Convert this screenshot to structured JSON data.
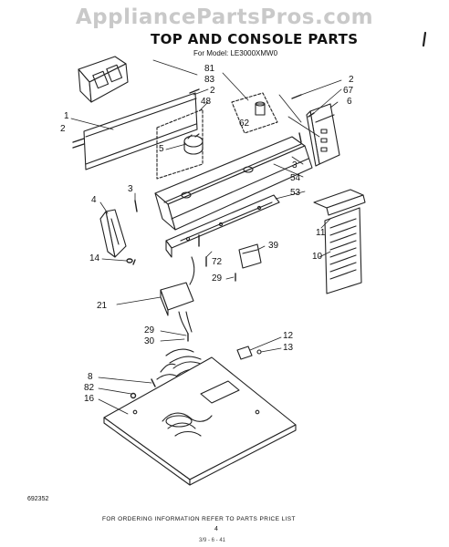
{
  "watermark": "AppliancePartsPros.com",
  "title": "TOP AND CONSOLE PARTS",
  "subtitle": "For Model: LE3000XMW0",
  "footer_note": "FOR ORDERING INFORMATION REFER TO PARTS PRICE LIST",
  "page_number": "4",
  "ref_number": "692352",
  "print_code": "3/9 - 6 - 41",
  "callouts": {
    "c81": "81",
    "c83": "83",
    "c2a": "2",
    "c48": "48",
    "c5": "5",
    "c1": "1",
    "c2b": "2",
    "c62": "62",
    "c2c": "2",
    "c67": "67",
    "c6": "6",
    "c3a": "3",
    "c54": "54",
    "c3b": "3",
    "c53": "53",
    "c4": "4",
    "c11": "11",
    "c10": "10",
    "c72": "72",
    "c39": "39",
    "c14": "14",
    "c29a": "29",
    "c21": "21",
    "c29b": "29",
    "c30": "30",
    "c12": "12",
    "c13": "13",
    "c8": "8",
    "c82": "82",
    "c16": "16"
  }
}
